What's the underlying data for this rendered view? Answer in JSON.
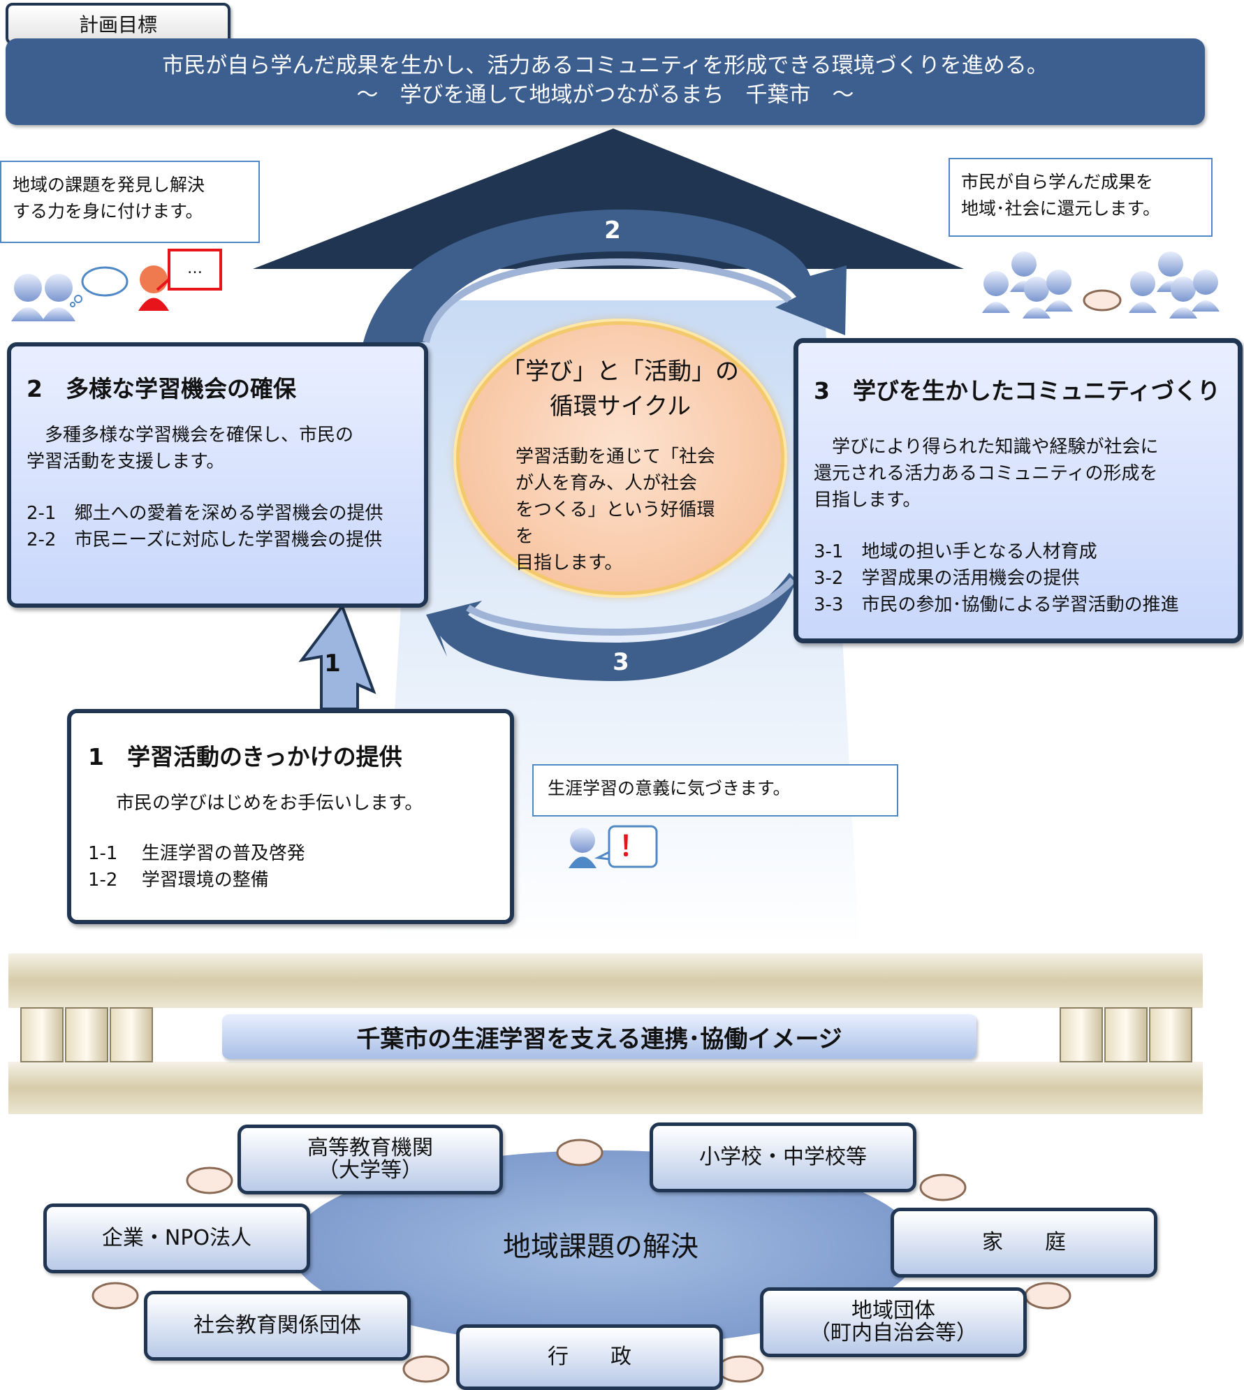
{
  "plan_label": "計画目標",
  "goal": {
    "line1": "市民が自ら学んだ成果を生かし、活力あるコミュニティを形成できる環境づくりを進める。",
    "line2": "～　学びを通して地域がつながるまち　千葉市　～"
  },
  "notes": {
    "left_top": [
      "地域の課題を発見し解決",
      "する力を身に付けます。"
    ],
    "right_top": [
      "市民が自ら学んだ成果を",
      "地域･社会に還元します。"
    ],
    "middle": "生涯学習の意義に気づきます。",
    "speech_dots": "…",
    "speech_exclaim": "！"
  },
  "cycle": {
    "title_line1": "「学び」と「活動」の",
    "title_line2": "循環サイクル",
    "body": [
      "学習活動を通じて「社会",
      "が人を育み、人が社会",
      "をつくる」という好循環を",
      "目指します。"
    ],
    "num1": "1",
    "num2": "2",
    "num3": "3"
  },
  "card2": {
    "title": "2　多様な学習機会の確保",
    "desc": [
      "　多種多様な学習機会を確保し、市民の",
      "学習活動を支援します。"
    ],
    "items": [
      "2-1　郷土への愛着を深める学習機会の提供",
      "2-2　市民ニーズに対応した学習機会の提供"
    ]
  },
  "card3": {
    "title": "3　学びを生かしたコミュニティづくり",
    "desc": [
      "　学びにより得られた知識や経験が社会に",
      "還元される活力あるコミュニティの形成を",
      "目指します。"
    ],
    "items": [
      "3-1　地域の担い手となる人材育成",
      "3-2　学習成果の活用機会の提供",
      "3-3　市民の参加･協働による学習活動の推進"
    ]
  },
  "card1": {
    "title": "1　学習活動のきっかけの提供",
    "desc": "　市民の学びはじめをお手伝いします。",
    "items": [
      "1-1　 生涯学習の普及啓発",
      "1-2　 学習環境の整備"
    ]
  },
  "bridge_title": "千葉市の生涯学習を支える連携･協働イメージ",
  "center_label": "地域課題の解決",
  "orgs": {
    "higher_ed": [
      "高等教育機関",
      "（大学等）"
    ],
    "schools": "小学校・中学校等",
    "companies": "企業・NPO法人",
    "family": "家　　庭",
    "social_ed": "社会教育関係団体",
    "community": [
      "地域団体",
      "（町内自治会等）"
    ],
    "government": "行　　政"
  },
  "colors": {
    "navy": "#1f3552",
    "goal_blue": "#3d5f8f",
    "arrow_blue": "#3e5f8c",
    "light_blue": "#c9d7fb",
    "orange": "#f8c6a4",
    "red": "#e8141b",
    "tan": "#d9cfb0"
  },
  "icons": [
    "person-icon",
    "thought-bubble-icon",
    "speech-bubble-icon",
    "handshake-icon",
    "pillar-icon"
  ]
}
